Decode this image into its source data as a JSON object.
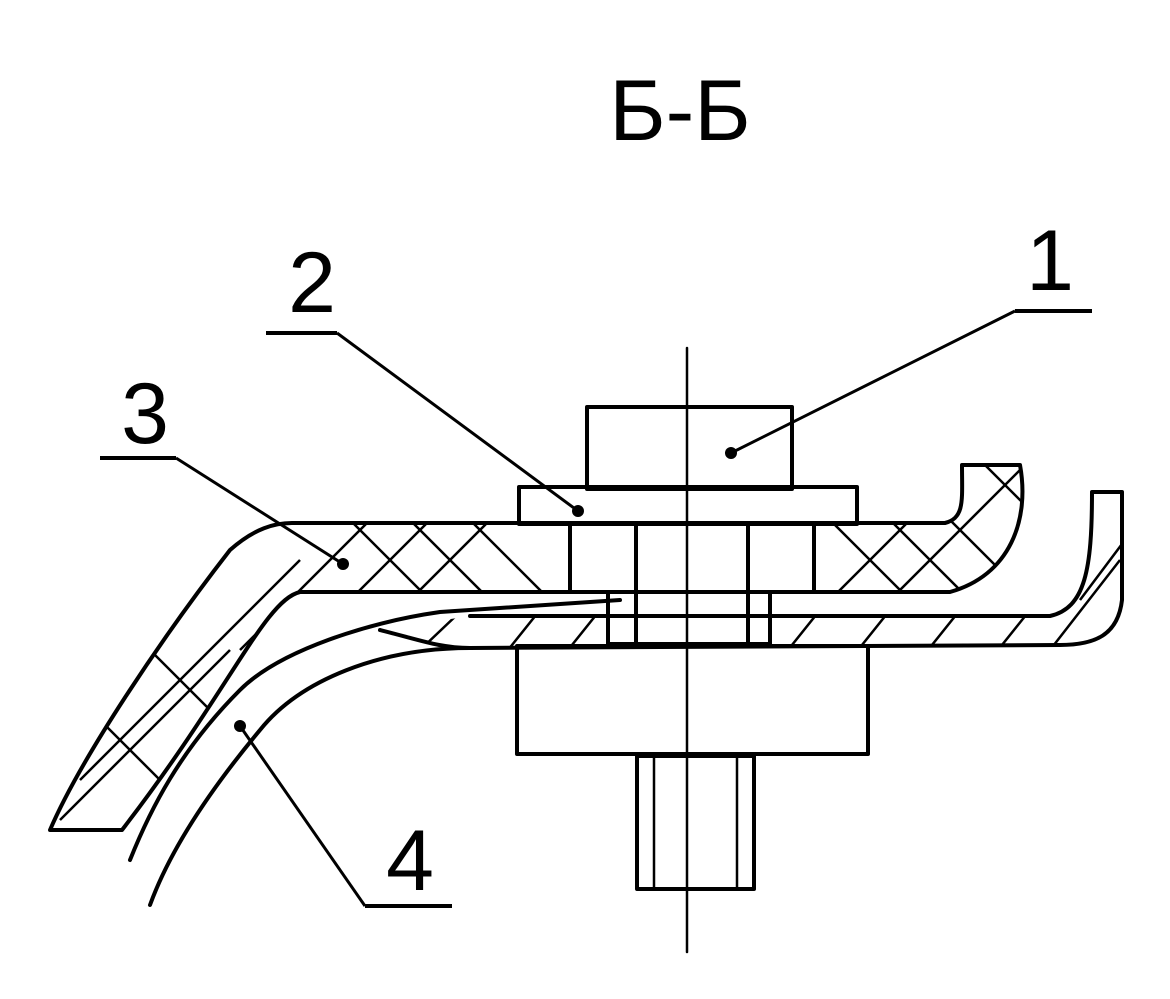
{
  "section_title": "Б-Б",
  "callouts": [
    {
      "id": "1",
      "label": "1"
    },
    {
      "id": "2",
      "label": "2"
    },
    {
      "id": "3",
      "label": "3"
    },
    {
      "id": "4",
      "label": "4"
    }
  ],
  "colors": {
    "line": "#000000",
    "background": "#ffffff"
  }
}
